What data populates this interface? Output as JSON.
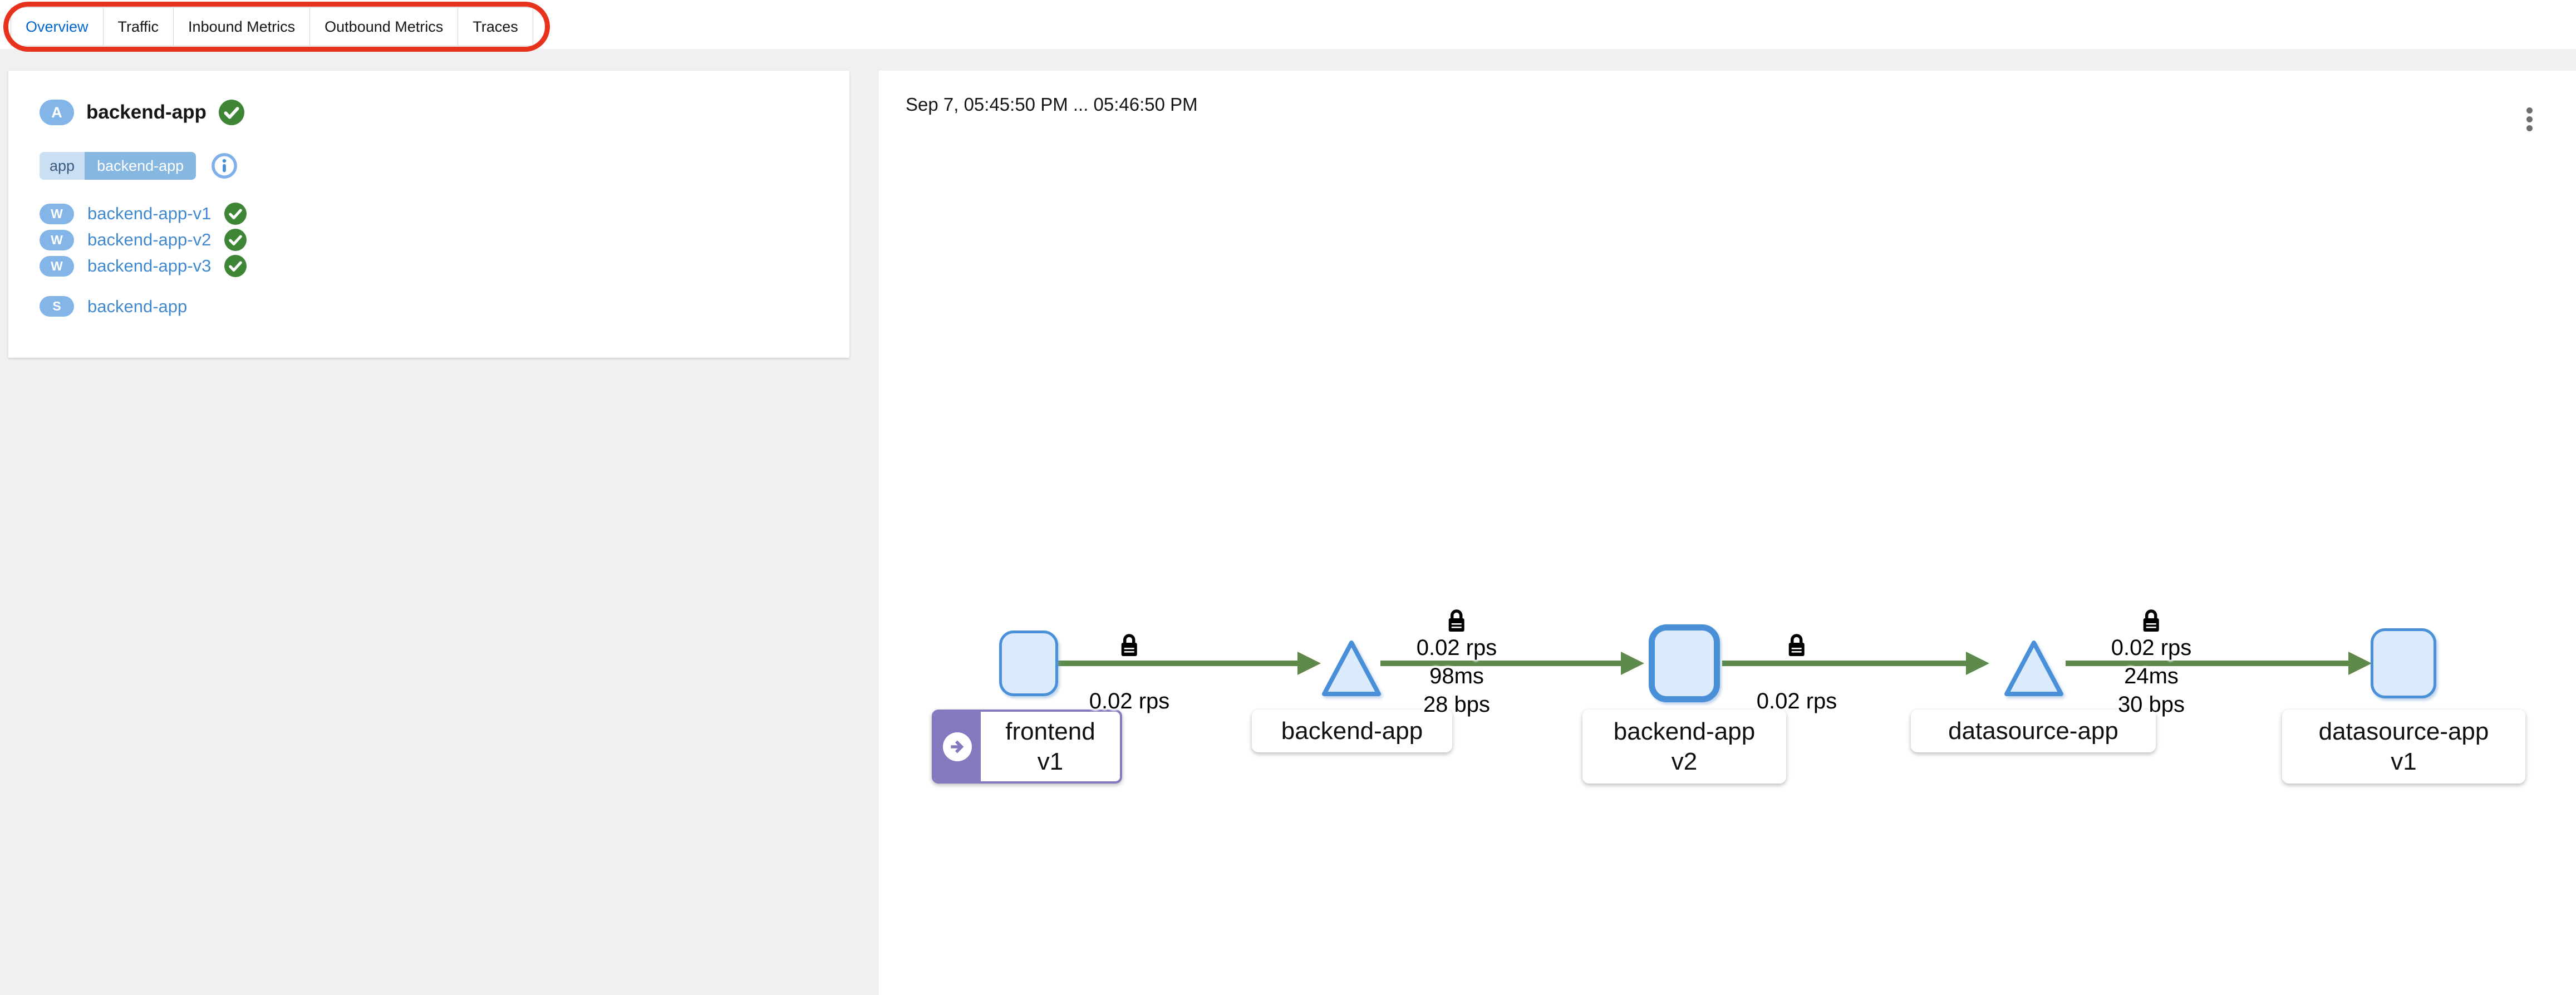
{
  "tabs": {
    "items": [
      {
        "label": "Overview",
        "active": true
      },
      {
        "label": "Traffic",
        "active": false
      },
      {
        "label": "Inbound Metrics",
        "active": false
      },
      {
        "label": "Outbound Metrics",
        "active": false
      },
      {
        "label": "Traces",
        "active": false
      }
    ],
    "annotation": "red highlight ring around tab strip"
  },
  "side_panel": {
    "app_badge": "A",
    "workload_badge": "W",
    "service_badge": "S",
    "title": "backend-app",
    "title_health": "healthy",
    "label_chip": {
      "key": "app",
      "value": "backend-app"
    },
    "workloads": [
      {
        "name": "backend-app-v1",
        "health": "healthy"
      },
      {
        "name": "backend-app-v2",
        "health": "healthy"
      },
      {
        "name": "backend-app-v3",
        "health": "healthy"
      }
    ],
    "services": [
      {
        "name": "backend-app"
      }
    ]
  },
  "graph_panel": {
    "time_range": "Sep 7, 05:45:50 PM ... 05:46:50 PM",
    "nodes": [
      {
        "name": "frontend",
        "version": "v1",
        "shape": "square",
        "root": true
      },
      {
        "name": "backend-app",
        "shape": "triangle"
      },
      {
        "name": "backend-app",
        "version": "v2",
        "shape": "square",
        "selected": true
      },
      {
        "name": "datasource-app",
        "shape": "triangle"
      },
      {
        "name": "datasource-app",
        "version": "v1",
        "shape": "square"
      }
    ],
    "edges": [
      {
        "rate": "0.02 rps",
        "secure": true
      },
      {
        "rate": "0.02 rps",
        "latency": "98ms",
        "throughput": "28 bps",
        "secure": true
      },
      {
        "rate": "0.02 rps",
        "secure": true
      },
      {
        "rate": "0.02 rps",
        "latency": "24ms",
        "throughput": "30 bps",
        "secure": true
      }
    ]
  },
  "colors": {
    "active_tab": "#0066cc",
    "link_blue": "#4089cf",
    "badge_blue": "#83b5e8",
    "chip_light": "#cbdff4",
    "chip_mid": "#85b7e0",
    "health_green": "#3e8635",
    "edge_green": "#5d8a4a",
    "node_border": "#4a90d9",
    "node_fill": "#dcebfb",
    "root_purple": "#8678be",
    "annotation_red": "#e7331e"
  }
}
